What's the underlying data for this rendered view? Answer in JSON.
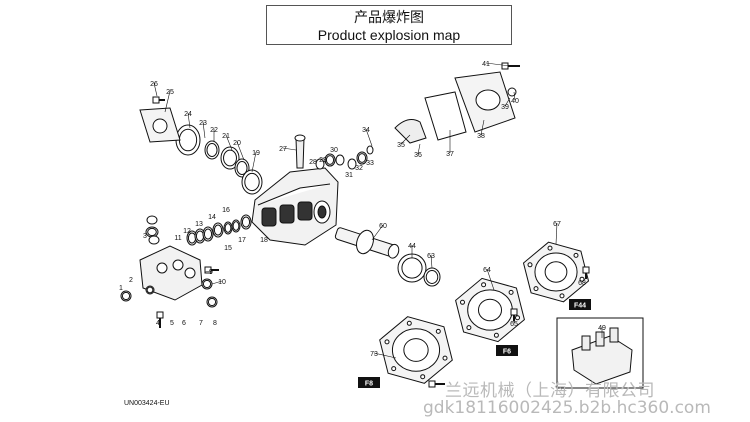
{
  "title": {
    "zh": "产品爆炸图",
    "en": "Product explosion map"
  },
  "drawing_code": "UN003424-EU",
  "watermark": {
    "company": "兰远机械（上海）有限公司",
    "url": "gdk18116002425.b2b.hc360.com"
  },
  "variant_tags": [
    "F44",
    "F6",
    "F8"
  ],
  "part_numbers": [
    "1",
    "2",
    "3",
    "4",
    "5",
    "6",
    "7",
    "8",
    "9",
    "10",
    "11",
    "12",
    "13",
    "14",
    "15",
    "16",
    "17",
    "18",
    "19",
    "20",
    "21",
    "22",
    "23",
    "24",
    "25",
    "26",
    "27",
    "28",
    "29",
    "30",
    "31",
    "32",
    "33",
    "34",
    "35",
    "36",
    "37",
    "38",
    "39",
    "40",
    "41",
    "44",
    "49",
    "60",
    "63",
    "64",
    "65",
    "67",
    "68",
    "73"
  ]
}
